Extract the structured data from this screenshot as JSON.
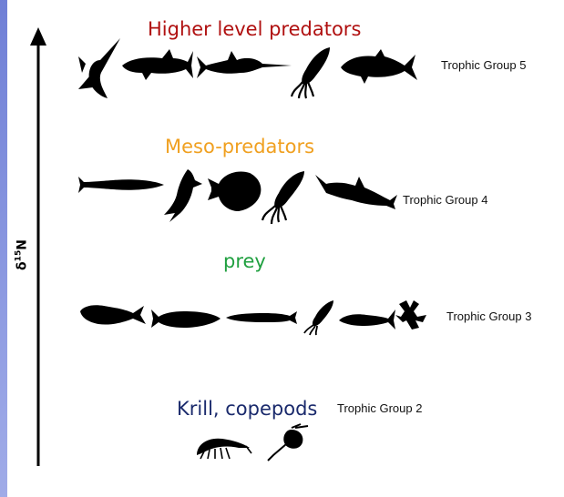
{
  "axis": {
    "label_symbol": "δ",
    "label_superscript": "15",
    "label_element": "N"
  },
  "levels": [
    {
      "title": "Higher level predators",
      "title_color": "#b01010",
      "group": "Trophic Group 5",
      "organisms": [
        "marlin-leaping",
        "shark",
        "swordfish",
        "squid",
        "tuna"
      ]
    },
    {
      "title": "Meso-predators",
      "title_color": "#f0a020",
      "group": "Trophic Group 4",
      "organisms": [
        "barracuda",
        "shark-diving",
        "opah",
        "squid",
        "tuna"
      ]
    },
    {
      "title": "prey",
      "title_color": "#20a040",
      "group": "Trophic Group 3",
      "organisms": [
        "lanternfish",
        "sardine",
        "saury",
        "squid",
        "mackerel",
        "crab"
      ]
    },
    {
      "title": "Krill, copepods",
      "title_color": "#1a2a6c",
      "group": "Trophic Group 2",
      "organisms": [
        "krill",
        "copepod"
      ]
    }
  ]
}
